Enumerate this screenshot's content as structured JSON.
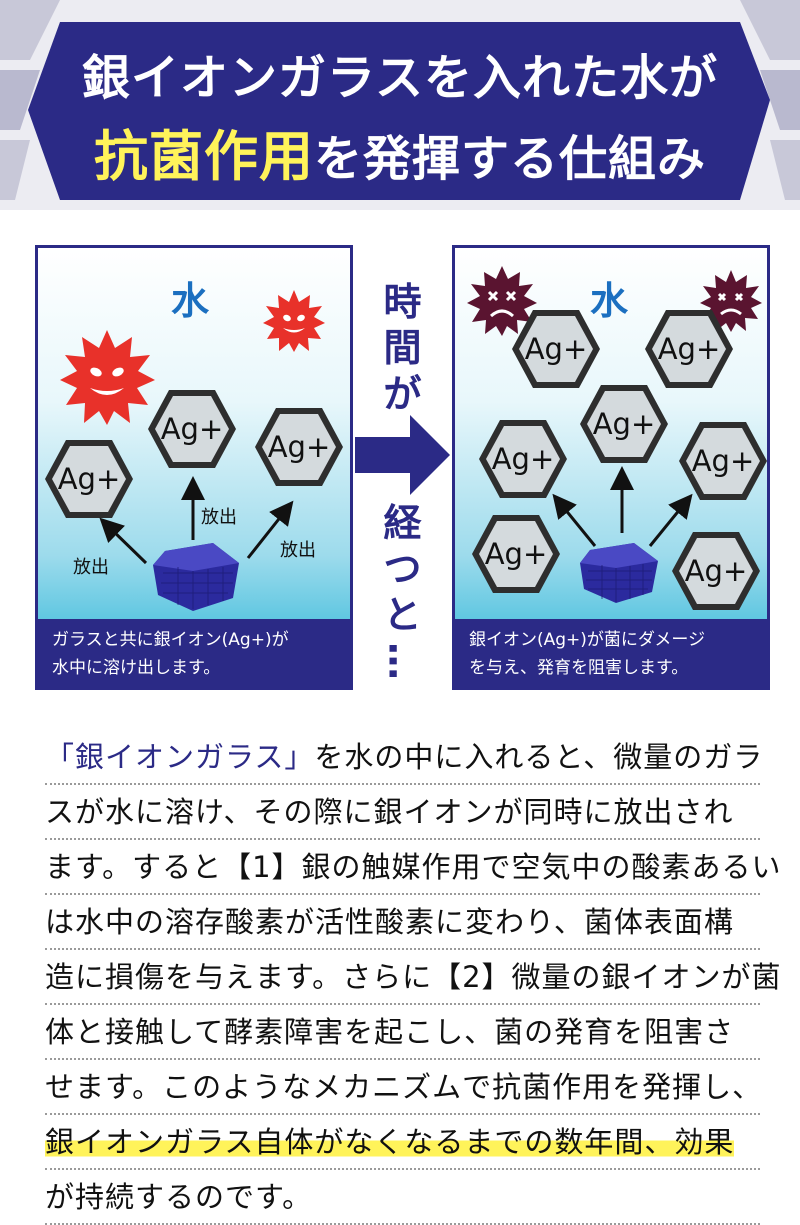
{
  "colors": {
    "navy": "#2b2a86",
    "water_blue": "#1fb2d6",
    "highlight_yellow": "#fff35a",
    "germ_red": "#e8312a",
    "germ_purple": "#5a1430"
  },
  "banner": {
    "line1": "銀イオンガラスを入れた水が",
    "line2_highlight": "抗菌作用",
    "line2_rest": "を発揮する仕組み"
  },
  "left_panel": {
    "water_label": "水",
    "hexes": [
      "Ag+",
      "Ag+",
      "Ag+"
    ],
    "arrow_labels": [
      "放出",
      "放出",
      "放出"
    ],
    "caption_line1": "ガラスと共に銀イオン(Ag+)が",
    "caption_line2": "水中に溶け出します。"
  },
  "middle": {
    "top_chars": [
      "時",
      "間",
      "が"
    ],
    "bottom_chars": [
      "経",
      "つ",
      "と",
      "…"
    ]
  },
  "right_panel": {
    "water_label": "水",
    "hexes": [
      "Ag+",
      "Ag+",
      "Ag+",
      "Ag+",
      "Ag+",
      "Ag+",
      "Ag+"
    ],
    "caption_line1": "銀イオン(Ag+)が菌にダメージ",
    "caption_line2": "を与え、発育を阻害します。"
  },
  "body": {
    "quote": "「銀イオンガラス」",
    "line1_rest": "を水の中に入れると、微量のガラ",
    "line2": "スが水に溶け、その際に銀イオンが同時に放出され",
    "line3": "ます。すると【1】銀の触媒作用で空気中の酸素あるい",
    "line4": "は水中の溶存酸素が活性酸素に変わり、菌体表面構",
    "line5": "造に損傷を与えます。さらに【2】微量の銀イオンが菌",
    "line6": "体と接触して酵素障害を起こし、菌の発育を阻害さ",
    "line7": "せます。このようなメカニズムで抗菌作用を発揮し、",
    "line8_highlight": "銀イオンガラス自体がなくなるまでの数年間、効果",
    "line9": "が持続するのです。"
  }
}
